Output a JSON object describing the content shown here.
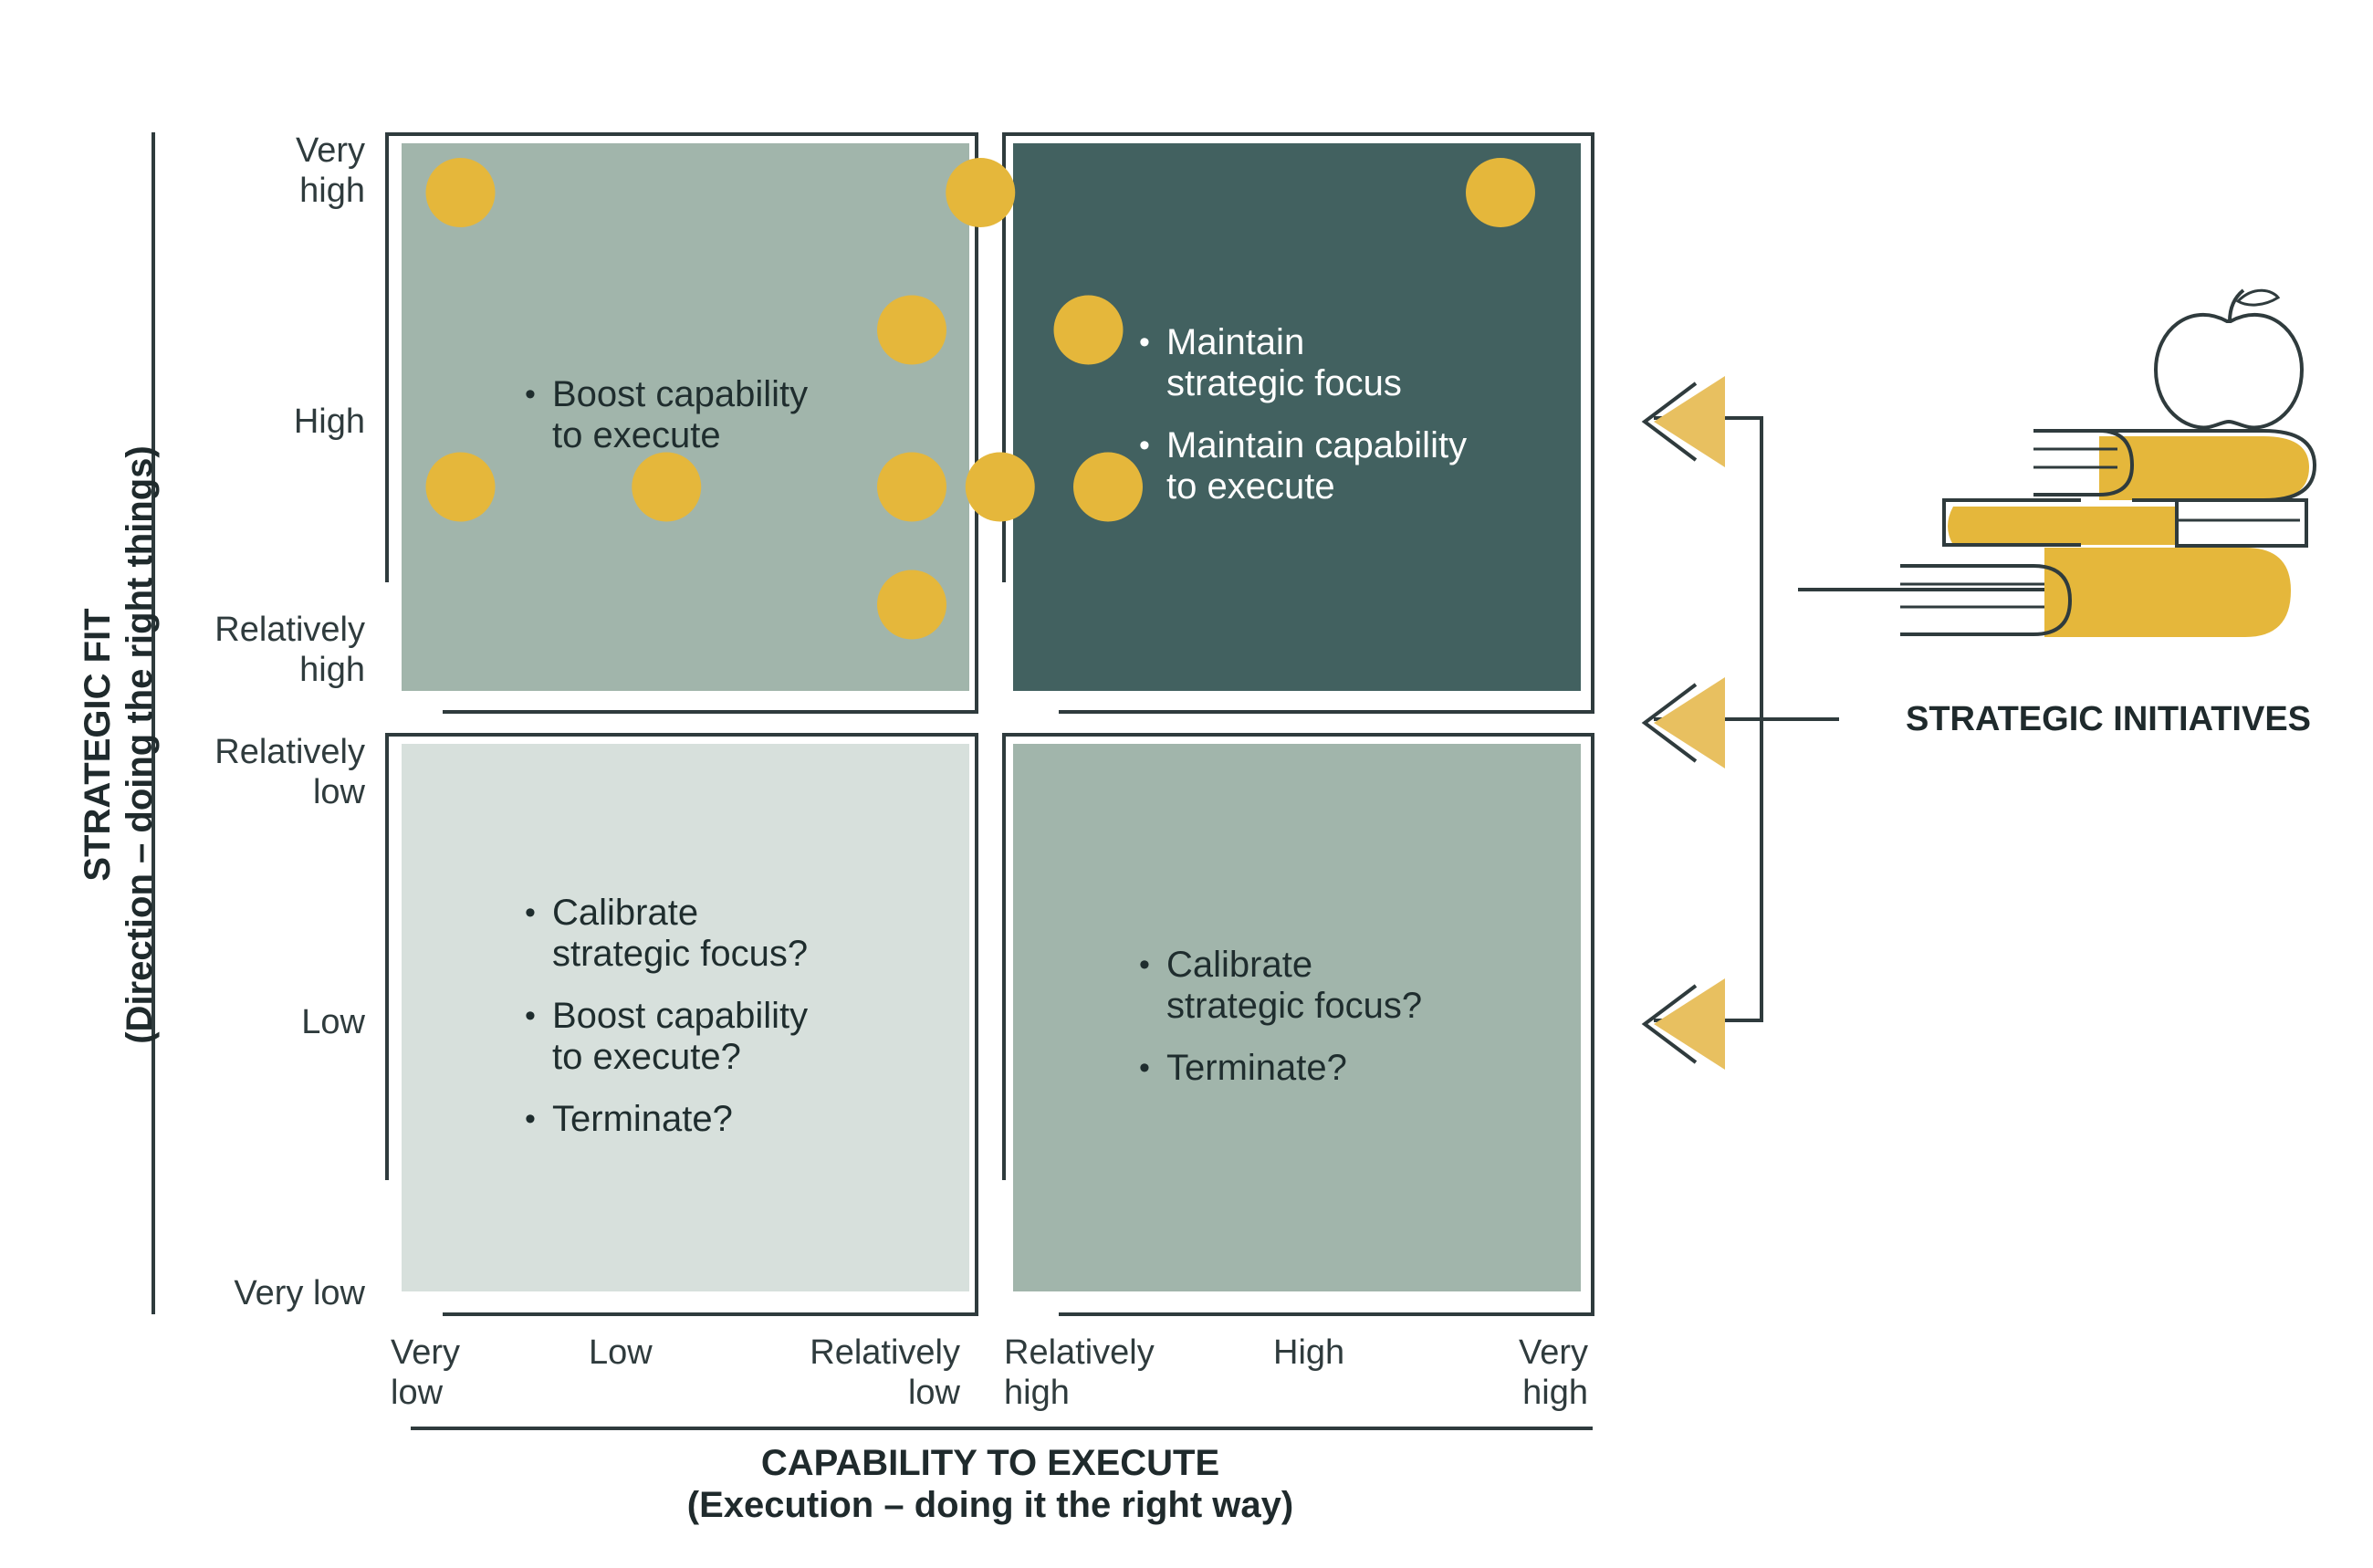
{
  "y_axis": {
    "title": "STRATEGIC FIT",
    "subtitle": "(Direction – doing the right things)",
    "ticks": [
      {
        "line1": "Very",
        "line2": "high"
      },
      {
        "line1": "High",
        "line2": ""
      },
      {
        "line1": "Relatively",
        "line2": "high"
      },
      {
        "line1": "Relatively",
        "line2": "low"
      },
      {
        "line1": "Low",
        "line2": ""
      },
      {
        "line1": "Very low",
        "line2": ""
      }
    ]
  },
  "x_axis": {
    "title": "CAPABILITY TO EXECUTE",
    "subtitle": "(Execution – doing it the right way)",
    "ticks": [
      {
        "line1": "Very",
        "line2": "low"
      },
      {
        "line1": "Low",
        "line2": ""
      },
      {
        "line1": "Relatively",
        "line2": "low"
      },
      {
        "line1": "Relatively",
        "line2": "high"
      },
      {
        "line1": "High",
        "line2": ""
      },
      {
        "line1": "Very",
        "line2": "high"
      }
    ]
  },
  "quadrants": {
    "top_left": {
      "bullets": [
        "Boost capability\nto execute"
      ]
    },
    "top_right": {
      "bullets": [
        "Maintain\nstrategic focus",
        "Maintain capability\nto execute"
      ]
    },
    "bottom_left": {
      "bullets": [
        "Calibrate\nstrategic focus?",
        "Boost capability\nto execute?",
        "Terminate?"
      ]
    },
    "bottom_right": {
      "bullets": [
        "Calibrate\nstrategic focus?",
        "Terminate?"
      ]
    }
  },
  "initiatives_label": "STRATEGIC INITIATIVES",
  "colors": {
    "top_left": "#a1b5ab",
    "top_right": "#426160",
    "bottom_left": "#d7e0dc",
    "bottom_right": "#a1b5ab",
    "dot": "#e5b73b",
    "line": "#2f3b3d",
    "arrow": "#e8c060"
  },
  "chart_data": {
    "type": "scatter",
    "x_categories": [
      "Very low",
      "Low",
      "Relatively low",
      "Relatively high",
      "High",
      "Very high"
    ],
    "y_categories": [
      "Very low",
      "Low",
      "Relatively low",
      "Relatively high",
      "High",
      "Very high"
    ],
    "points": [
      {
        "x": 0.3,
        "y": 5.6
      },
      {
        "x": 2.95,
        "y": 5.6
      },
      {
        "x": 5.6,
        "y": 5.6
      },
      {
        "x": 2.6,
        "y": 4.9
      },
      {
        "x": 3.5,
        "y": 4.9
      },
      {
        "x": 0.3,
        "y": 4.1
      },
      {
        "x": 1.35,
        "y": 4.1
      },
      {
        "x": 2.6,
        "y": 4.1
      },
      {
        "x": 3.05,
        "y": 4.1
      },
      {
        "x": 3.6,
        "y": 4.1
      },
      {
        "x": 2.6,
        "y": 3.5
      }
    ]
  }
}
